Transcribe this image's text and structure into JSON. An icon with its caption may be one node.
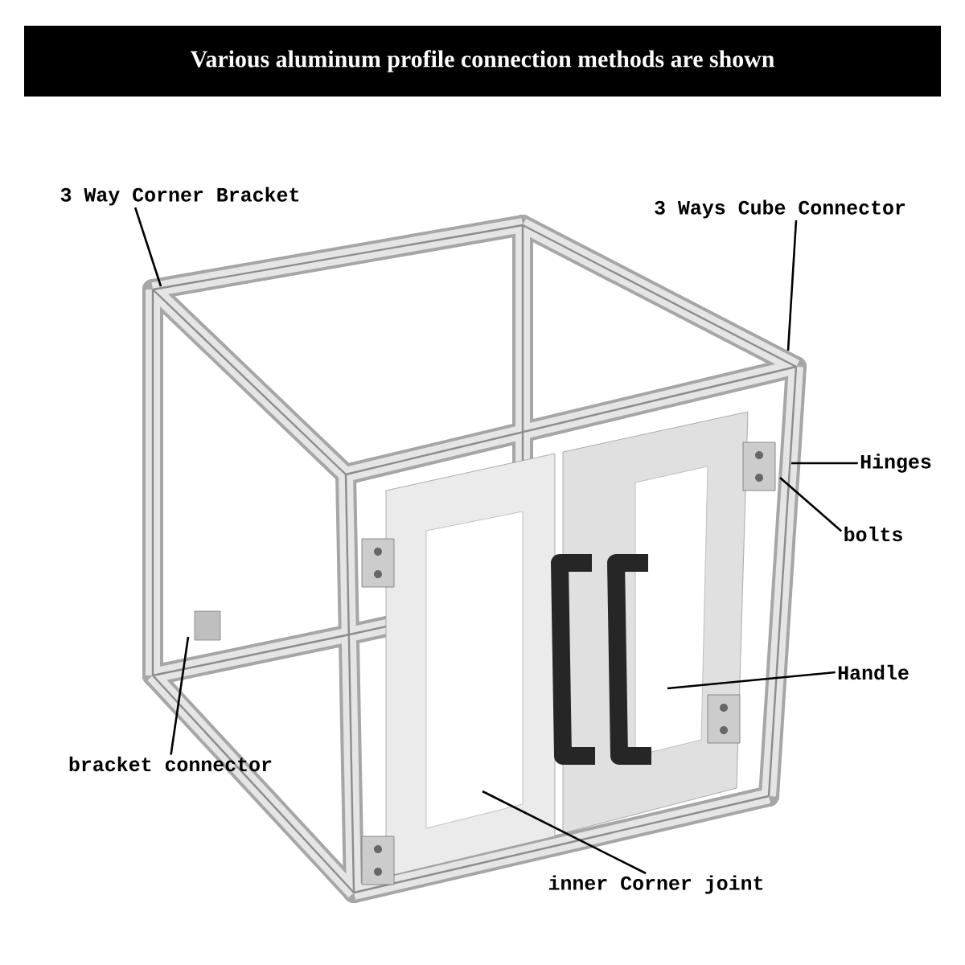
{
  "diagram": {
    "title": "Various aluminum profile connection methods are shown",
    "nodes": [
      {
        "text": [
          "3 Way Corner Bracket"
        ]
      },
      {
        "text": [
          "3 Ways Cube Connector"
        ]
      },
      {
        "text": [
          "Hinges"
        ]
      },
      {
        "text": [
          "bolts"
        ]
      },
      {
        "text": [
          "Handle"
        ]
      },
      {
        "text": [
          "bracket connector"
        ]
      },
      {
        "text": [
          "inner Corner joint"
        ]
      }
    ],
    "edges": [
      {
        "from": 0,
        "to": null,
        "arrow": "none"
      },
      {
        "from": 1,
        "to": null,
        "arrow": "none"
      },
      {
        "from": 2,
        "to": null,
        "arrow": "none"
      },
      {
        "from": 3,
        "to": null,
        "arrow": "none"
      },
      {
        "from": 4,
        "to": null,
        "arrow": "none"
      },
      {
        "from": 5,
        "to": null,
        "arrow": "none"
      },
      {
        "from": 6,
        "to": null,
        "arrow": "none"
      }
    ]
  }
}
